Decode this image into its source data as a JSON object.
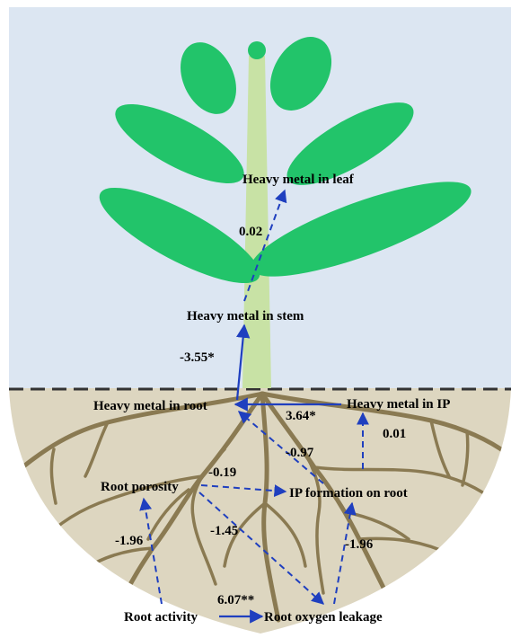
{
  "colors": {
    "sky": "#dce6f2",
    "soil": "#ddd6c0",
    "root": "#8a7a52",
    "leaf": "#22c46a",
    "stem": "#c8e2a5",
    "arrow": "#1f3fbf",
    "ground_line": "#333333"
  },
  "nodes": {
    "leaf": "Heavy metal in leaf",
    "stem": "Heavy metal in stem",
    "root": "Heavy metal in root",
    "ip": "Heavy metal in IP",
    "porosity": "Root porosity",
    "ip_formation": "IP formation on root",
    "activity": "Root activity",
    "oxygen_leakage": "Root oxygen leakage"
  },
  "paths": [
    {
      "from": "stem",
      "to": "leaf",
      "coefficient": "0.02",
      "style": "dashed"
    },
    {
      "from": "root",
      "to": "stem",
      "coefficient": "-3.55*",
      "style": "solid"
    },
    {
      "from": "ip",
      "to": "root",
      "coefficient": "3.64*",
      "style": "solid"
    },
    {
      "from": "ip_formation",
      "to": "ip",
      "coefficient": "0.01",
      "style": "dashed"
    },
    {
      "from": "ip_formation",
      "to": "root",
      "coefficient": "-0.97",
      "style": "dashed"
    },
    {
      "from": "porosity",
      "to": "ip_formation",
      "coefficient": "-0.19",
      "style": "dashed"
    },
    {
      "from": "porosity",
      "to": "oxygen_leakage",
      "coefficient": "-1.45",
      "style": "dashed"
    },
    {
      "from": "activity",
      "to": "porosity",
      "coefficient": "-1.96",
      "style": "dashed"
    },
    {
      "from": "activity",
      "to": "oxygen_leakage",
      "coefficient": "6.07**",
      "style": "solid"
    },
    {
      "from": "oxygen_leakage",
      "to": "ip_formation",
      "coefficient": "-1.96",
      "style": "dashed"
    }
  ]
}
